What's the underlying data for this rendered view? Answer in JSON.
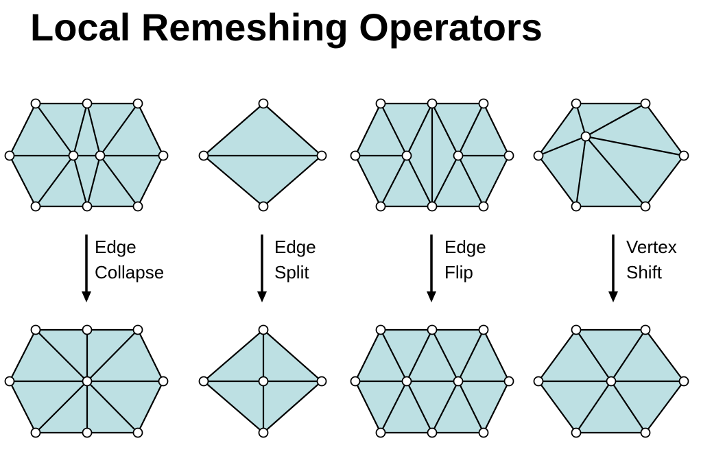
{
  "title": "Local Remeshing Operators",
  "colors": {
    "mesh_fill": "#bde0e3",
    "edge": "#000000",
    "vertex_fill": "#ffffff",
    "arrow": "#000000",
    "text": "#000000"
  },
  "operators": [
    {
      "id": "edge-collapse",
      "line1": "Edge",
      "line2": "Collapse"
    },
    {
      "id": "edge-split",
      "line1": "Edge",
      "line2": "Split"
    },
    {
      "id": "edge-flip",
      "line1": "Edge",
      "line2": "Flip"
    },
    {
      "id": "vertex-shift",
      "line1": "Vertex",
      "line2": "Shift"
    }
  ]
}
